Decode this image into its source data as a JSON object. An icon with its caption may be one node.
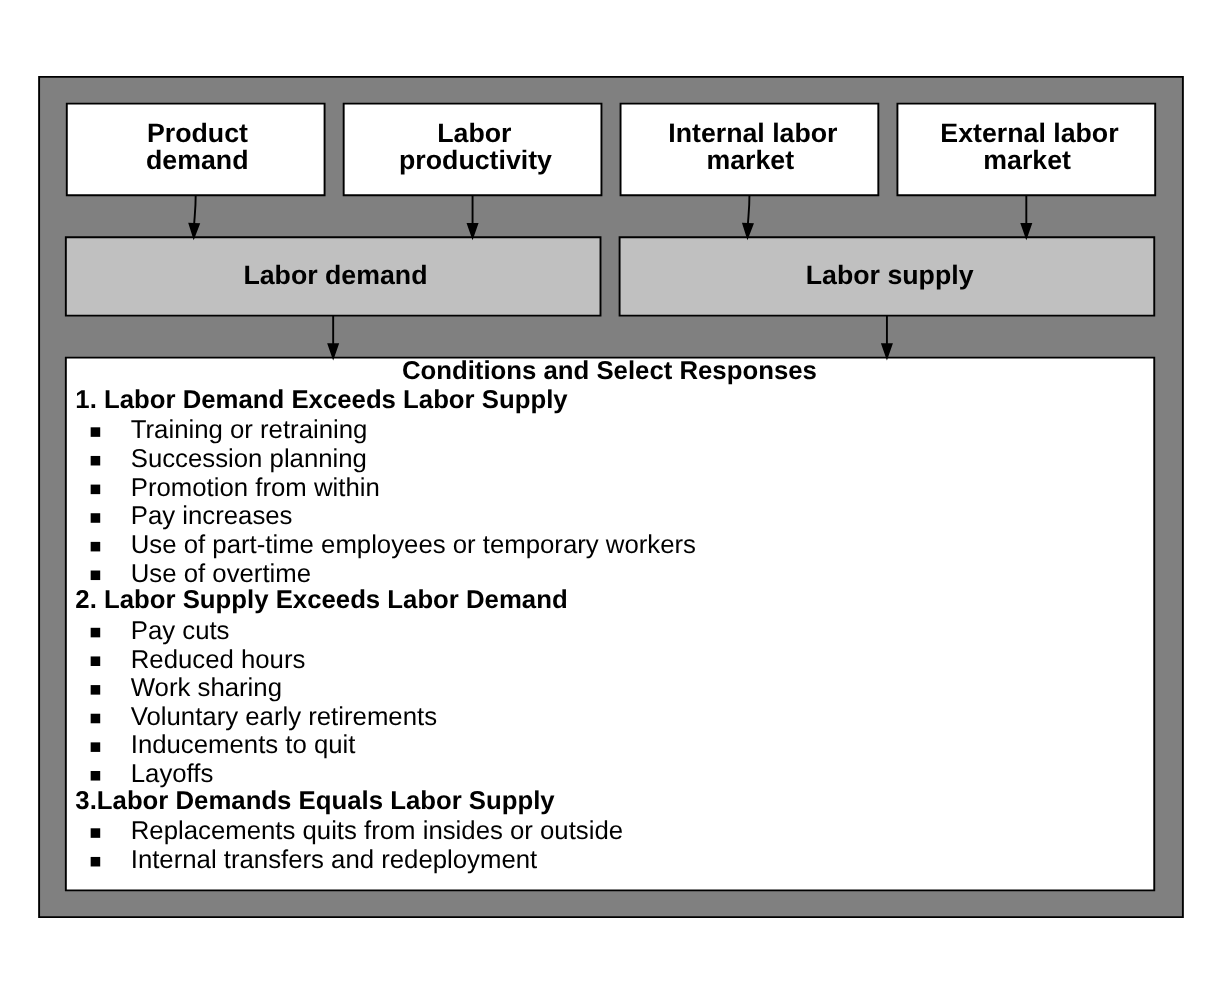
{
  "diagram": {
    "nodes": [
      {
        "text": [],
        "shape": "box"
      },
      {
        "text": [
          "Product demand"
        ],
        "in": 0
      },
      {
        "text": [
          "Labor productivity"
        ],
        "in": 0
      },
      {
        "text": [
          "Internal labor market"
        ],
        "in": 0
      },
      {
        "text": [
          "External labor market"
        ],
        "in": 0
      },
      {
        "text": [
          "Labor demand"
        ],
        "in": 0
      },
      {
        "text": [
          "Labor supply"
        ],
        "in": 0
      },
      {
        "text": [
          "Conditions and Select Responses",
          "1. Labor Demand Exceeds Labor Supply",
          "Training or retraining",
          "Succession planning",
          "Promotion from within",
          "Pay increases",
          "Use of part-time employees or temporary workers",
          "Use of overtime",
          "2. Labor Supply Exceeds Labor Demand",
          "Pay cuts",
          "Reduced hours",
          "Work sharing",
          "Voluntary early retirements",
          "Inducements to quit",
          "Layoffs",
          "3.Labor Demands Equals Labor Supply",
          "Replacements quits from insides or outside",
          "Internal transfers and redeployment"
        ],
        "in": 0
      }
    ],
    "edges": [
      {
        "from": 1,
        "to": 5,
        "arrow": "to"
      },
      {
        "from": 2,
        "to": 5,
        "arrow": "to"
      },
      {
        "from": 3,
        "to": 6,
        "arrow": "to"
      },
      {
        "from": 4,
        "to": 6,
        "arrow": "to"
      },
      {
        "from": 5,
        "to": 7,
        "arrow": "to"
      },
      {
        "from": 6,
        "to": 7,
        "arrow": "to"
      }
    ]
  }
}
